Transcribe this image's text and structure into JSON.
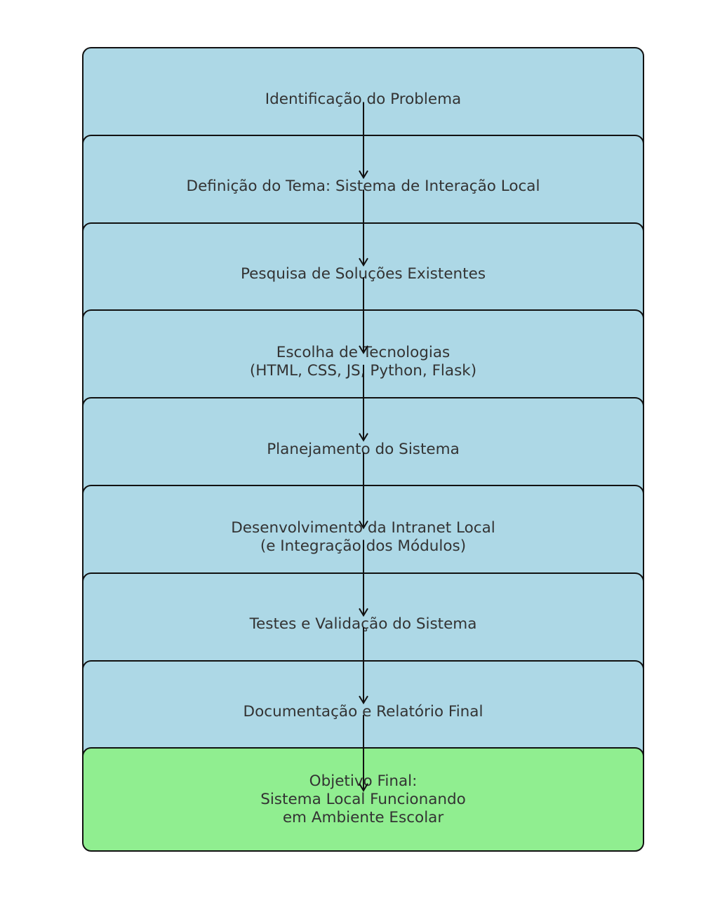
{
  "colors": {
    "step_fill": "#add8e6",
    "goal_fill": "#90ee90",
    "border": "#111111",
    "text": "#333333",
    "arrow": "#111111"
  },
  "steps": [
    {
      "label": "Identificação do Problema",
      "kind": "step"
    },
    {
      "label": "Definição do Tema: Sistema de Interação Local",
      "kind": "step"
    },
    {
      "label": "Pesquisa de Soluções Existentes",
      "kind": "step"
    },
    {
      "label": "Escolha de Tecnologias\n(HTML, CSS, JS, Python, Flask)",
      "kind": "step"
    },
    {
      "label": "Planejamento do Sistema",
      "kind": "step"
    },
    {
      "label": "Desenvolvimento da Intranet Local\n(e Integração dos Módulos)",
      "kind": "step"
    },
    {
      "label": "Testes e Validação do Sistema",
      "kind": "step"
    },
    {
      "label": "Documentação e Relatório Final",
      "kind": "step"
    },
    {
      "label": "Objetivo Final:\nSistema Local Funcionando\nem Ambiente Escolar",
      "kind": "goal"
    }
  ]
}
